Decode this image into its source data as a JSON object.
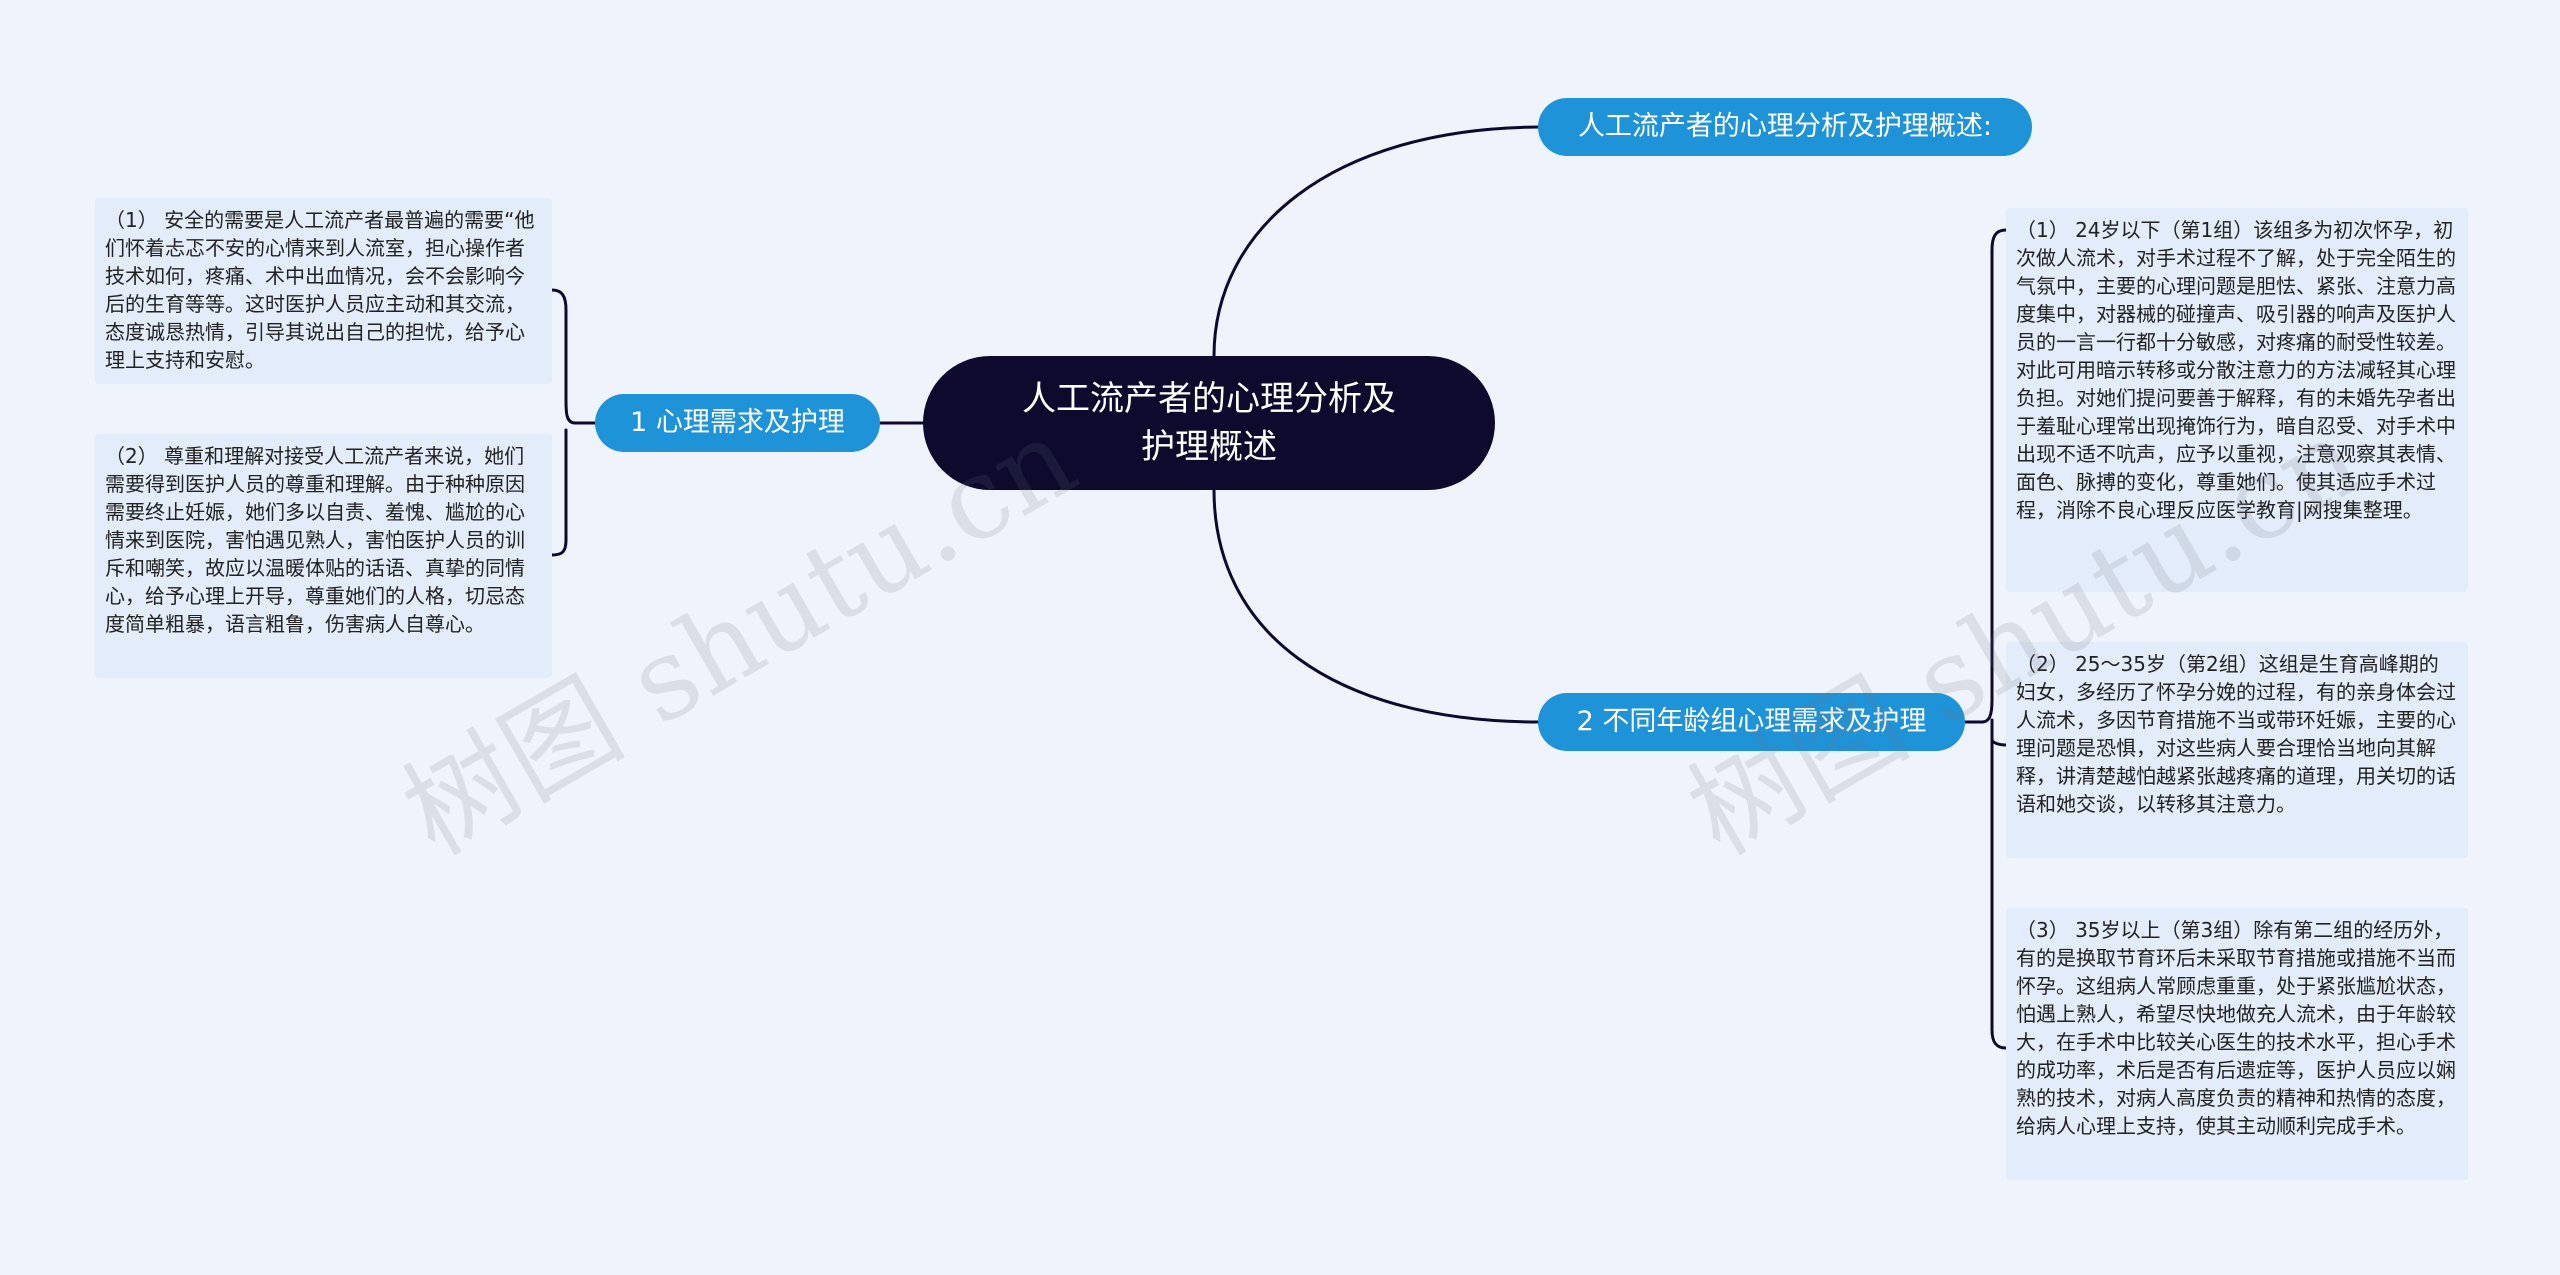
{
  "root": {
    "title": "人工流产者的心理分析及\n护理概述"
  },
  "branches": [
    {
      "label": "人工流产者的心理分析及护理概述:"
    },
    {
      "label": "1 心理需求及护理"
    },
    {
      "label": "2 不同年龄组心理需求及护理"
    }
  ],
  "leaves": [
    {
      "text": "（1） 安全的需要是人工流产者最普遍的需要“他们怀着忐忑不安的心情来到人流室，担心操作者技术如何，疼痛、术中出血情况，会不会影响今后的生育等等。这时医护人员应主动和其交流，态度诚恳热情，引导其说出自己的担忧，给予心理上支持和安慰。"
    },
    {
      "text": "（2） 尊重和理解对接受人工流产者来说，她们需要得到医护人员的尊重和理解。由于种种原因需要终止妊娠，她们多以自责、羞愧、尴尬的心情来到医院，害怕遇见熟人，害怕医护人员的训斥和嘲笑，故应以温暖体贴的话语、真挚的同情心，给予心理上开导，尊重她们的人格，切忌态度简单粗暴，语言粗鲁，伤害病人自尊心。"
    },
    {
      "text": "（1） 24岁以下（第1组）该组多为初次怀孕，初次做人流术，对手术过程不了解，处于完全陌生的气氛中，主要的心理问题是胆怯、紧张、注意力高度集中，对器械的碰撞声、吸引器的响声及医护人员的一言一行都十分敏感，对疼痛的耐受性较差。对此可用暗示转移或分散注意力的方法减轻其心理负担。对她们提问要善于解释，有的未婚先孕者出于羞耻心理常出现掩饰行为，暗自忍受、对手术中出现不适不吭声，应予以重视，注意观察其表情、面色、脉搏的变化，尊重她们。使其适应手术过程，消除不良心理反应医学教育|网搜集整理。"
    },
    {
      "text": "（2） 25～35岁（第2组）这组是生育高峰期的妇女，多经历了怀孕分娩的过程，有的亲身体会过人流术，多因节育措施不当或带环妊娠，主要的心理问题是恐惧，对这些病人要合理恰当地向其解释，讲清楚越怕越紧张越疼痛的道理，用关切的话语和她交谈，以转移其注意力。"
    },
    {
      "text": "（3） 35岁以上（第3组）除有第二组的经历外，有的是换取节育环后未采取节育措施或措施不当而怀孕。这组病人常顾虑重重，处于紧张尴尬状态，怕遇上熟人，希望尽快地做充人流术，由于年龄较大，在手术中比较关心医生的技术水平，担心手术的成功率，术后是否有后遗症等，医护人员应以娴熟的技术，对病人高度负责的精神和热情的态度，给病人心理上支持，使其主动顺利完成手术。"
    }
  ],
  "colors": {
    "background": "#eef3fc",
    "root_fill": "#0d0a2e",
    "branch_fill": "#1e93d8",
    "leaf_fill": "#e3ecfb",
    "connector": "#0d0a2e"
  },
  "watermark": {
    "text_left": "树图 shutu.cn",
    "text_right": "树图 shutu.cn"
  }
}
